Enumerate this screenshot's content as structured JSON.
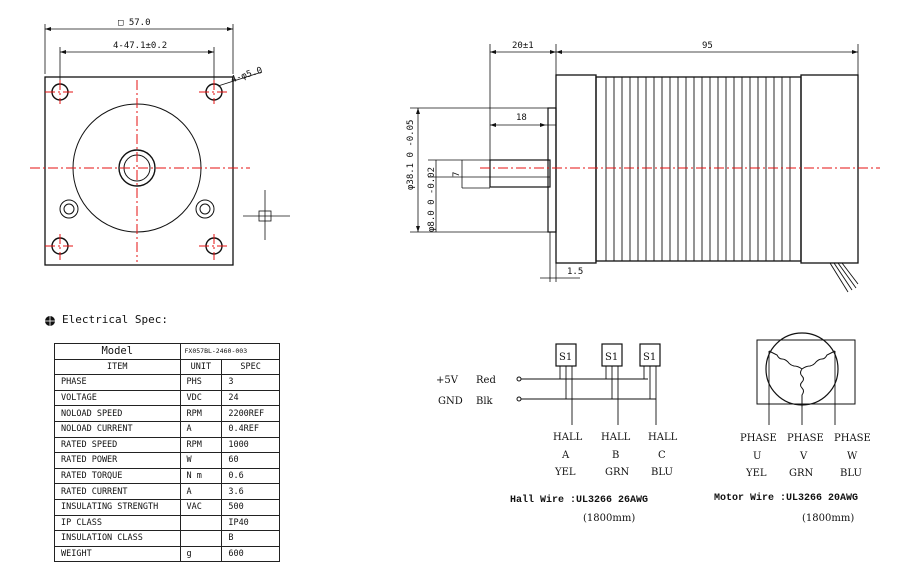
{
  "front_view": {
    "dim_square": "□ 57.0",
    "dim_holes": "4-47.1±0.2",
    "dim_hole_dia": "4-φ5.0"
  },
  "side_view": {
    "dim_shaft": "20±1",
    "dim_body": "95",
    "dim_18": "18",
    "dim_7": "7",
    "dim_pilot": "φ38.1 0 -0.05",
    "dim_shaft_dia": "φ8.0 0 -0.02",
    "dim_15": "1.5"
  },
  "spec": {
    "heading": "Electrical Spec:",
    "model_label": "Model",
    "model_value": "FX057BL-2460-003",
    "col_item": "ITEM",
    "col_unit": "UNIT",
    "col_spec": "SPEC",
    "rows": [
      {
        "item": "PHASE",
        "unit": "PHS",
        "spec": "3"
      },
      {
        "item": "VOLTAGE",
        "unit": "VDC",
        "spec": "24"
      },
      {
        "item": "NOLOAD SPEED",
        "unit": "RPM",
        "spec": "2200REF"
      },
      {
        "item": "NOLOAD CURRENT",
        "unit": "A",
        "spec": "0.4REF"
      },
      {
        "item": "RATED SPEED",
        "unit": "RPM",
        "spec": "1000"
      },
      {
        "item": "RATED POWER",
        "unit": "W",
        "spec": "60"
      },
      {
        "item": "RATED TORQUE",
        "unit": "N m",
        "spec": "0.6"
      },
      {
        "item": "RATED CURRENT",
        "unit": "A",
        "spec": "3.6"
      },
      {
        "item": "INSULATING STRENGTH",
        "unit": "VAC",
        "spec": "500"
      },
      {
        "item": "IP CLASS",
        "unit": "",
        "spec": "IP40"
      },
      {
        "item": "INSULATION CLASS",
        "unit": "",
        "spec": "B"
      },
      {
        "item": "WEIGHT",
        "unit": "g",
        "spec": "600"
      }
    ]
  },
  "hall": {
    "sensor_label": "S1",
    "plus5v": "+5V",
    "gnd": "GND",
    "red": "Red",
    "blk": "Blk",
    "wires": [
      {
        "name": "HALL",
        "letter": "A",
        "color": "YEL"
      },
      {
        "name": "HALL",
        "letter": "B",
        "color": "GRN"
      },
      {
        "name": "HALL",
        "letter": "C",
        "color": "BLU"
      }
    ],
    "wire_spec": "Hall Wire :UL3266 26AWG",
    "wire_len": "(1800mm)"
  },
  "motor": {
    "phases": [
      {
        "name": "PHASE",
        "letter": "U",
        "color": "YEL"
      },
      {
        "name": "PHASE",
        "letter": "V",
        "color": "GRN"
      },
      {
        "name": "PHASE",
        "letter": "W",
        "color": "BLU"
      }
    ],
    "wire_spec": "Motor Wire :UL3266 20AWG",
    "wire_len": "(1800mm)"
  }
}
